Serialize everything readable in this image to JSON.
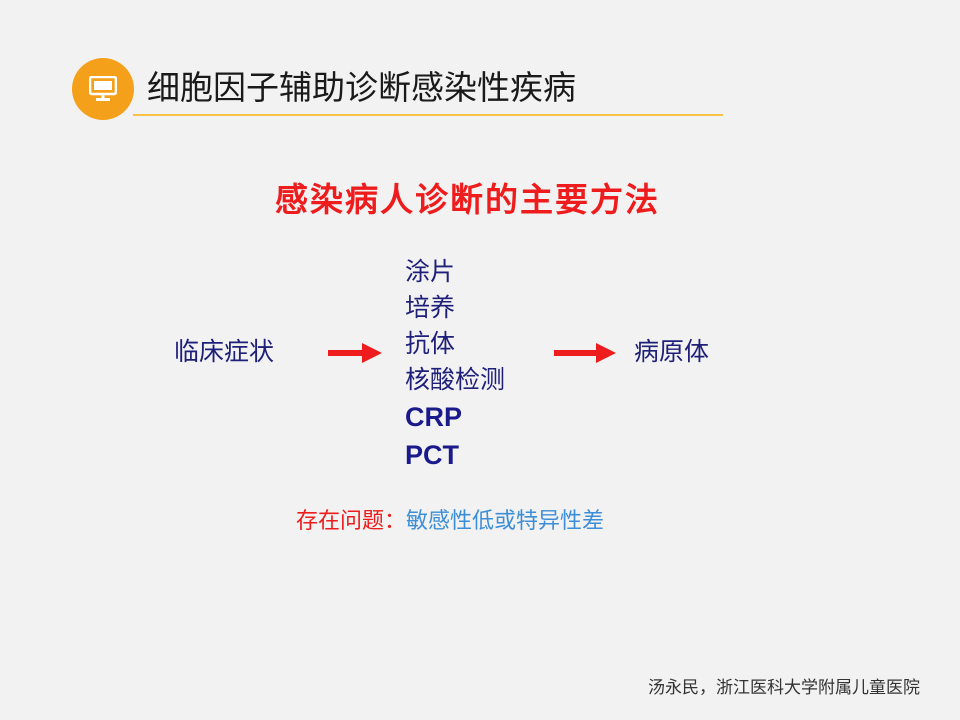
{
  "header": {
    "title": "细胞因子辅助诊断感染性疾病",
    "icon": "presentation-screen-icon",
    "accent_color": "#f5a01a"
  },
  "subtitle": "感染病人诊断的主要方法",
  "flow": {
    "start": "临床症状",
    "methods": [
      "涂片",
      "培养",
      "抗体",
      "核酸检测",
      "CRP",
      "PCT"
    ],
    "end": "病原体",
    "arrow_color": "#ee1c1c"
  },
  "problem": {
    "label": "存在问题：",
    "text": "敏感性低或特异性差"
  },
  "footer": "汤永民，浙江医科大学附属儿童医院"
}
